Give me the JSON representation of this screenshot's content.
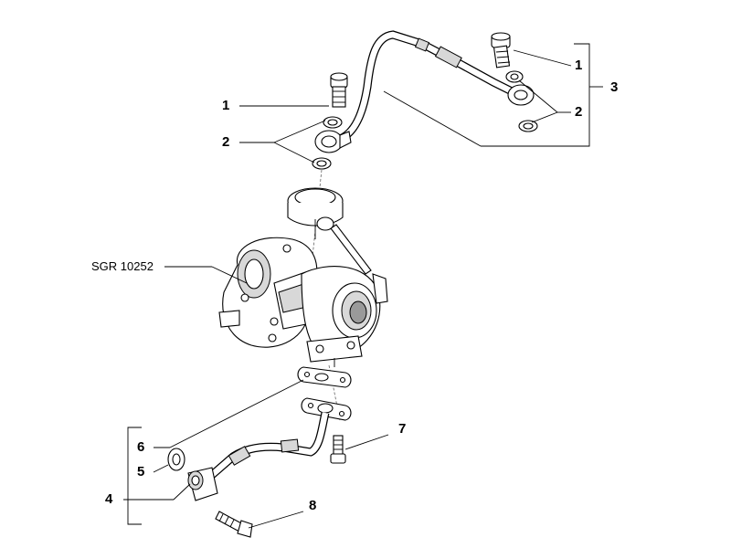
{
  "callouts": {
    "top_left_bolt": "1",
    "top_left_washer": "2",
    "top_right_bolt": "1",
    "top_right_washer": "2",
    "upper_group": "3",
    "lower_group": "4",
    "lower_washer": "5",
    "lower_gasket": "6",
    "lower_bolt_right": "7",
    "lower_bolt_bottom": "8"
  },
  "reference_label": "SGR 10252"
}
